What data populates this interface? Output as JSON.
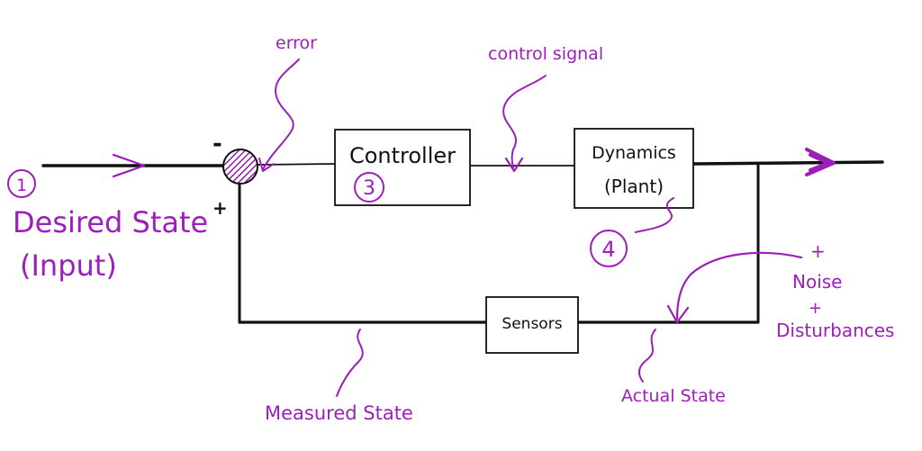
{
  "blocks": {
    "controller": {
      "label": "Controller",
      "number": "3"
    },
    "plant": {
      "label_line1": "Dynamics",
      "label_line2": "(Plant)",
      "number": "4"
    },
    "sensors": {
      "label": "Sensors"
    }
  },
  "annotations": {
    "input_number": "1",
    "input_label_line1": "Desired State",
    "input_label_line2": "(Input)",
    "error": "error",
    "control_signal": "control signal",
    "noise_plus_top": "+",
    "noise": "Noise",
    "noise_plus_mid": "+",
    "disturbances": "Disturbances",
    "actual_state": "Actual State",
    "measured_state": "Measured State",
    "sign_minus": "-",
    "sign_plus": "+"
  },
  "colors": {
    "ink": "#111111",
    "annotation": "#9b1fb8",
    "hatch": "#8e1fa6"
  }
}
